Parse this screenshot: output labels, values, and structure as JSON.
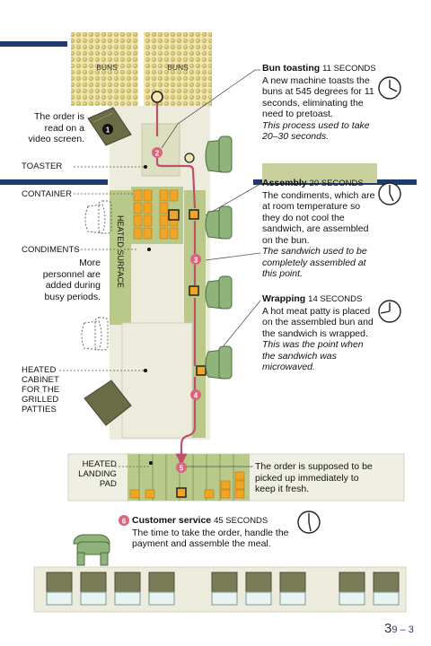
{
  "stages": {
    "bun_toasting": {
      "title": "Bun toasting",
      "seconds": "11 SECONDS",
      "desc": "A new machine toasts the buns at 545 degrees for 11 seconds, eliminating the need to pretoast.",
      "note": "This process used to take 20–30 seconds."
    },
    "assembly": {
      "title": "Assembly",
      "seconds": "20 SECONDS",
      "desc": "The condiments, which are at room temperature so they do not cool the sandwich, are assembled on the bun.",
      "note": "The sandwich used to be completely assembled at this point."
    },
    "wrapping": {
      "title": "Wrapping",
      "seconds": "14 SECONDS",
      "desc": "A hot meat patty is placed on the assembled bun and the sandwich is wrapped.",
      "note": "This was the point when the sandwich was microwaved."
    },
    "customer_service": {
      "title": "Customer service",
      "seconds": "45 SECONDS",
      "desc": "The time to take the order, handle the payment and assemble the meal."
    }
  },
  "labels": {
    "buns_left": "BUNS",
    "buns_right": "BUNS",
    "order_screen": "The order is read on a video screen.",
    "toaster": "TOASTER",
    "container": "CONTAINER",
    "condiments": "CONDIMENTS",
    "more_personnel": "More personnel are added during busy periods.",
    "heated_surface": "HEATED SURFACE",
    "heated_cabinet": "HEATED CABINET FOR THE GRILLED PATTIES",
    "heated_landing_pad": "HEATED LANDING PAD",
    "pickup_note": "The order is supposed to be picked up immediately to keep it fresh."
  },
  "step_numbers": [
    "1",
    "2",
    "3",
    "4",
    "5",
    "6"
  ],
  "page_number": {
    "main": "3",
    "small": "9 – 3"
  },
  "colors": {
    "route": "#c0506a",
    "route_fill": "#d9657f",
    "counter_green": "#b9c98a",
    "counter_cream": "#ecebdc",
    "bins_orange": "#f0a526",
    "chair_green": "#8fb37a",
    "navy_band": "#1f3b6e"
  },
  "icons": [
    "clock-icon",
    "video-screen-icon",
    "chair-icon",
    "condiment-bin-icon",
    "register-icon"
  ]
}
